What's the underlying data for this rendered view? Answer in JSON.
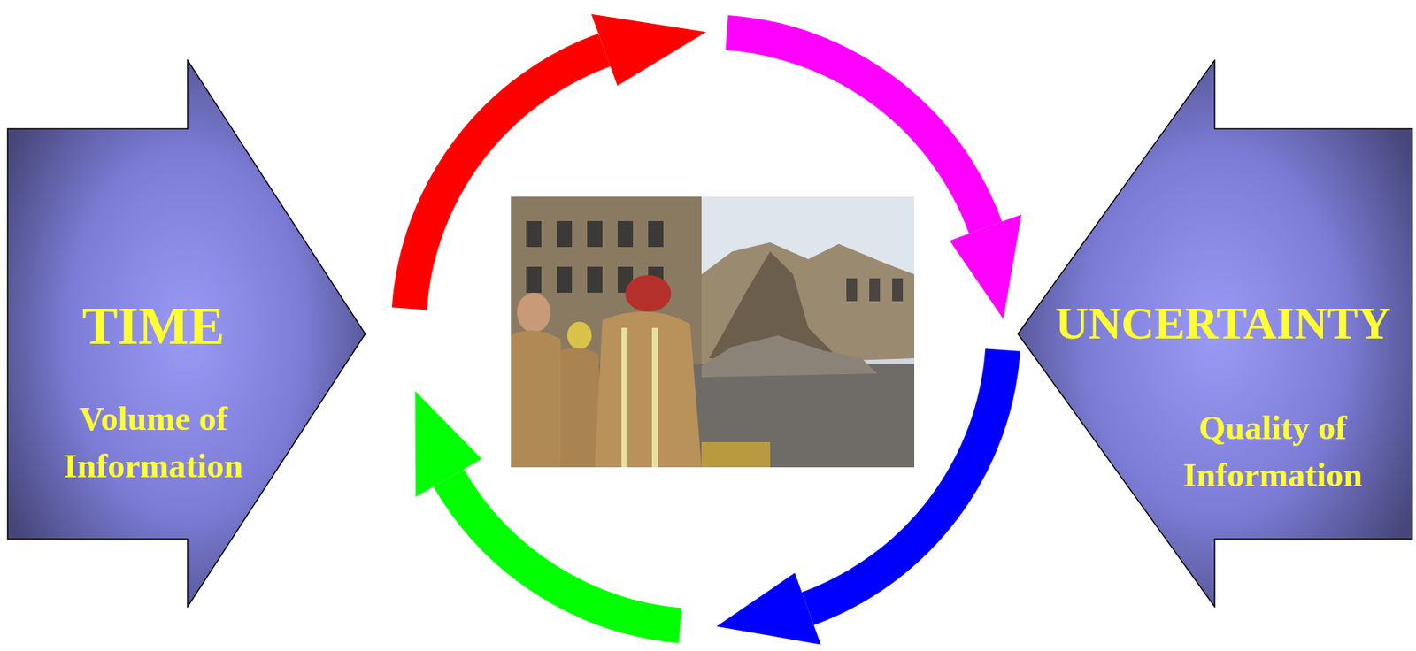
{
  "diagram": {
    "nodes": [
      {
        "text": [
          "TIME",
          "Volume of Information"
        ]
      },
      {
        "text": [
          "UNCERTAINTY",
          "Quality of Information"
        ]
      }
    ]
  }
}
